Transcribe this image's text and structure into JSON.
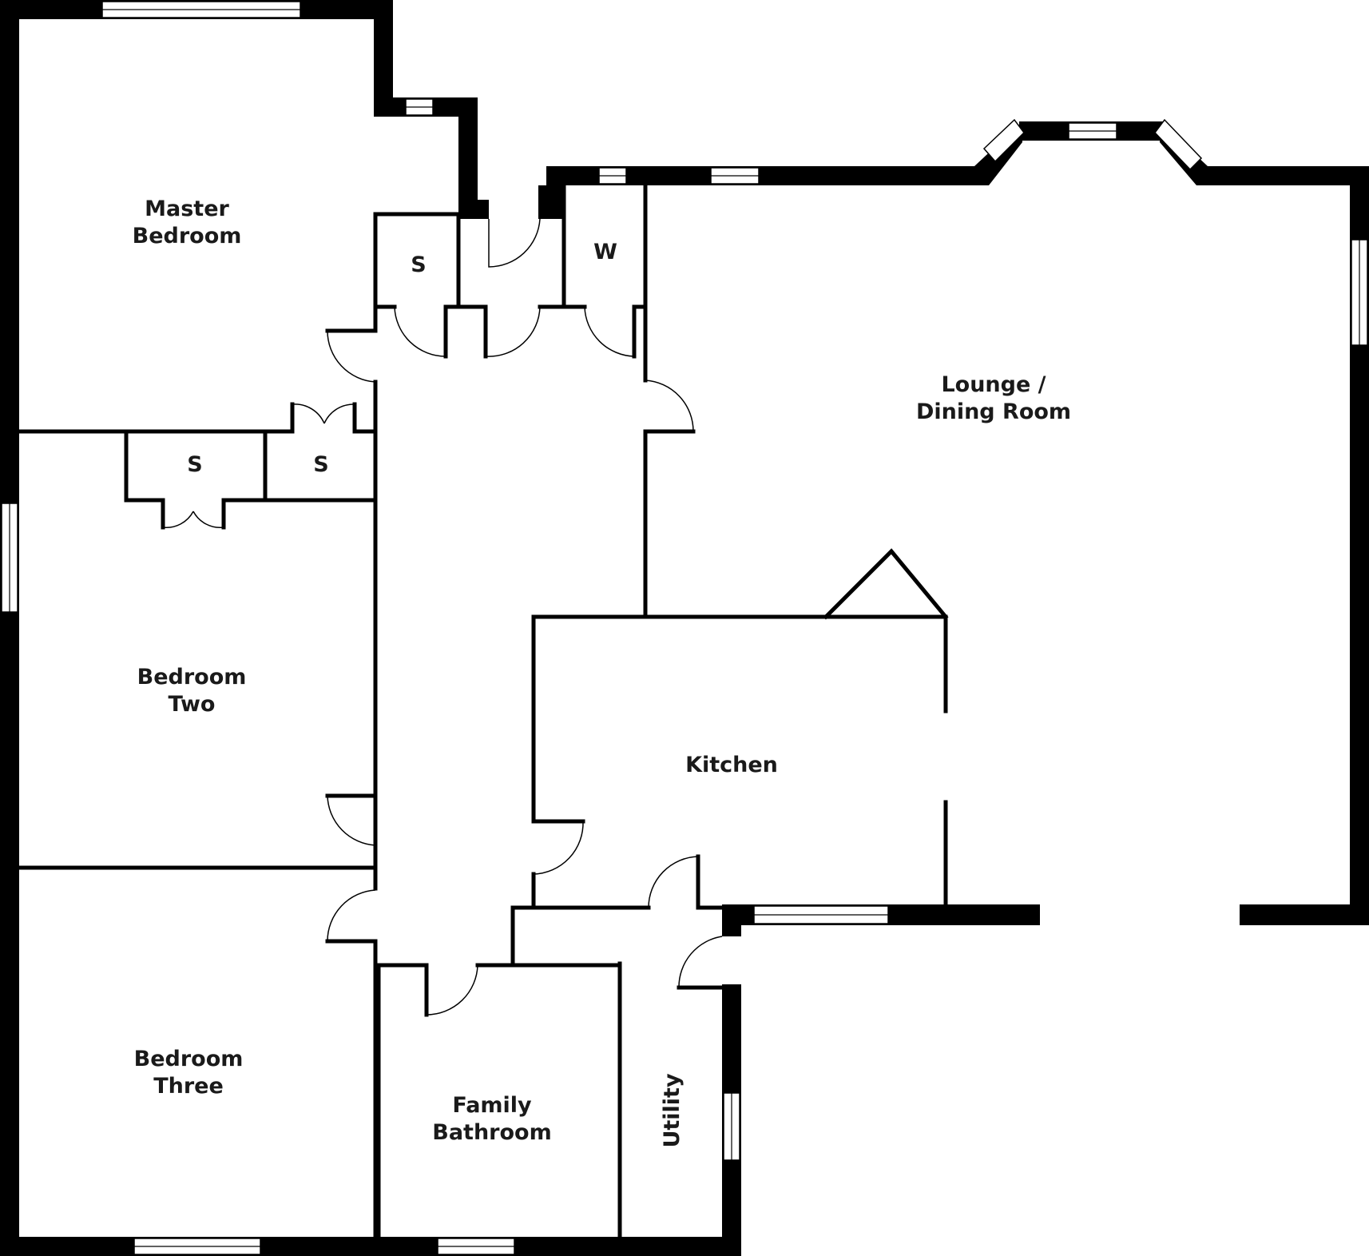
{
  "rooms": {
    "master_bedroom": [
      "Master",
      "Bedroom"
    ],
    "lounge_dining": [
      "Lounge /",
      "Dining Room"
    ],
    "bedroom_two": [
      "Bedroom",
      "Two"
    ],
    "kitchen": [
      "Kitchen"
    ],
    "bedroom_three": [
      "Bedroom",
      "Three"
    ],
    "family_bathroom": [
      "Family",
      "Bathroom"
    ],
    "utility": [
      "Utility"
    ]
  },
  "cupboards": {
    "store_hall": "S",
    "wardrobe": "W",
    "store_bed2_left": "S",
    "store_bed2_right": "S"
  },
  "colors": {
    "wall": "#000000",
    "background": "#ffffff",
    "text": "#1a1a1a"
  }
}
